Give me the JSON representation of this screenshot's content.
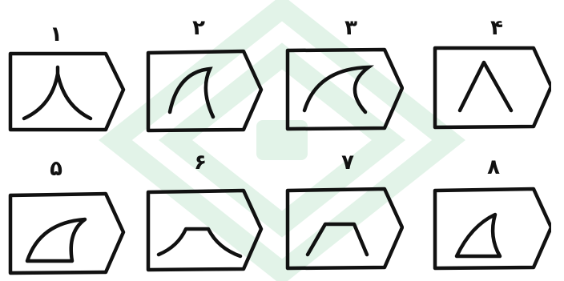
{
  "colors": {
    "ink": "#111111",
    "watermark": "#dff2e6",
    "background": "#ffffff"
  },
  "figures": [
    {
      "label": "۱",
      "shape": "cusp-curves"
    },
    {
      "label": "۲",
      "shape": "hook-arc"
    },
    {
      "label": "۳",
      "shape": "crescent-arc"
    },
    {
      "label": "۴",
      "shape": "inverted-v"
    },
    {
      "label": "۵",
      "shape": "closed-crescent"
    },
    {
      "label": "۶",
      "shape": "flat-top-curves"
    },
    {
      "label": "۷",
      "shape": "trapezoid-open"
    },
    {
      "label": "۸",
      "shape": "shark-fin"
    }
  ]
}
